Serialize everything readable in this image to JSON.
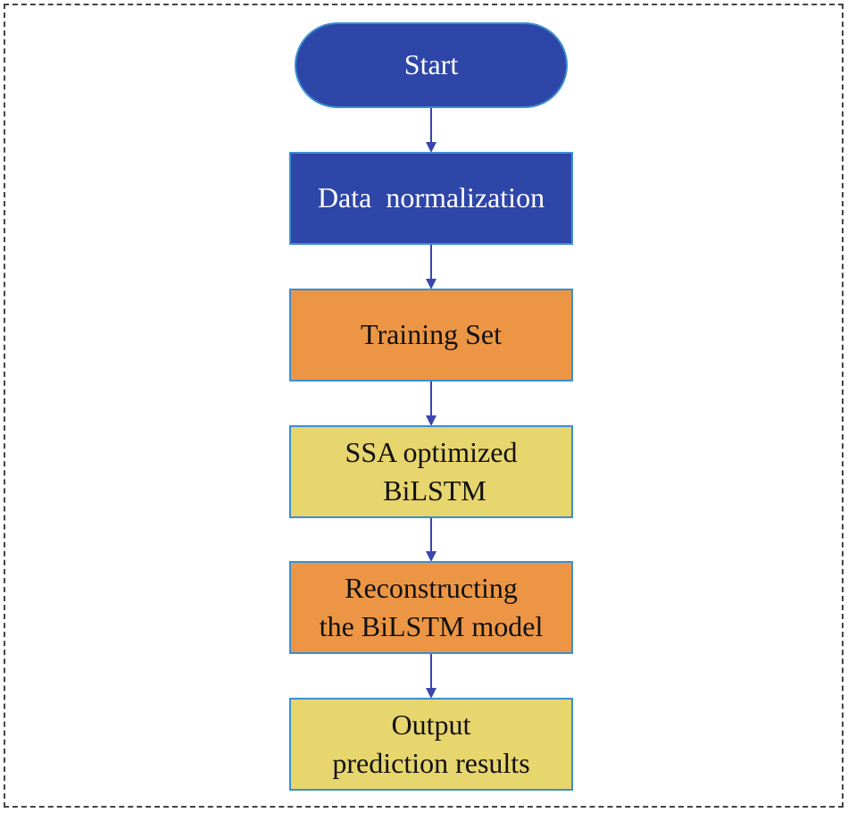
{
  "flowchart": {
    "nodes": [
      {
        "id": "start",
        "label": "Start",
        "shape": "terminal",
        "color": "#2e46a8",
        "text_color": "#ffffff"
      },
      {
        "id": "normalize",
        "label": "Data  normalization",
        "shape": "process",
        "color": "#2e46a8",
        "text_color": "#ffffff"
      },
      {
        "id": "training",
        "label": "Training Set",
        "shape": "process",
        "color": "#ec9645",
        "text_color": "#111111"
      },
      {
        "id": "ssa",
        "label": "SSA optimized\n BiLSTM",
        "shape": "process",
        "color": "#e7d56e",
        "text_color": "#111111"
      },
      {
        "id": "reconstruct",
        "label": "Reconstructing\nthe BiLSTM model",
        "shape": "process",
        "color": "#ec9645",
        "text_color": "#111111"
      },
      {
        "id": "output",
        "label": "Output\nprediction results",
        "shape": "process",
        "color": "#e7d56e",
        "text_color": "#111111"
      }
    ],
    "edges": [
      {
        "from": "start",
        "to": "normalize"
      },
      {
        "from": "normalize",
        "to": "training"
      },
      {
        "from": "training",
        "to": "ssa"
      },
      {
        "from": "ssa",
        "to": "reconstruct"
      },
      {
        "from": "reconstruct",
        "to": "output"
      }
    ],
    "arrow_color": "#3b45b0",
    "frame_style": "dashed"
  }
}
